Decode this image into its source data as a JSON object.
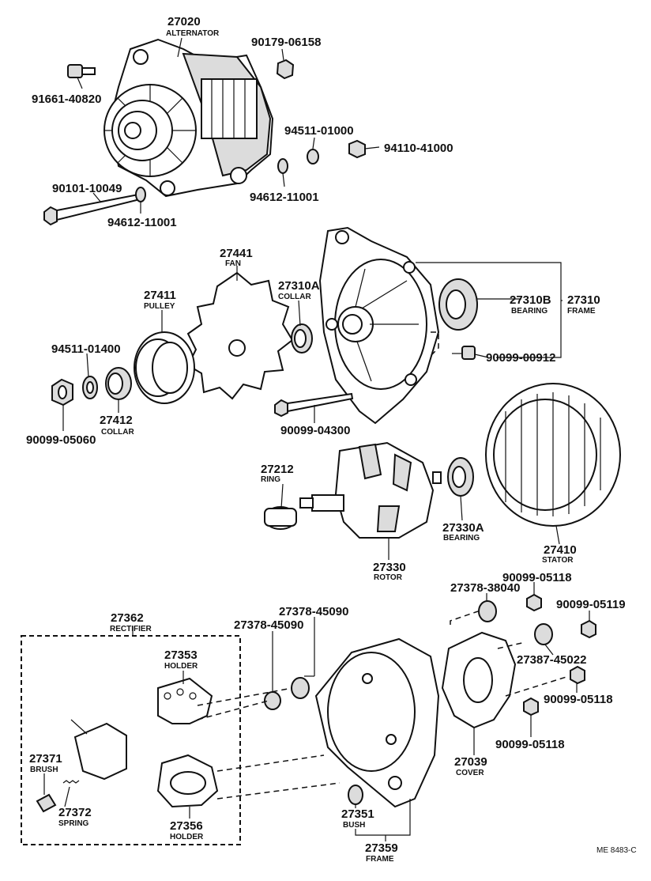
{
  "labels": {
    "l27020": {
      "num": "27020",
      "name": "ALTERNATOR"
    },
    "l90179": {
      "num": "90179-06158"
    },
    "l91661": {
      "num": "91661-40820"
    },
    "l94511a": {
      "num": "94511-01000"
    },
    "l94110": {
      "num": "94110-41000"
    },
    "l94612a": {
      "num": "94612-11001"
    },
    "l90101": {
      "num": "90101-10049"
    },
    "l94612b": {
      "num": "94612-11001"
    },
    "l27441": {
      "num": "27441",
      "name": "FAN"
    },
    "l27411": {
      "num": "27411",
      "name": "PULLEY"
    },
    "l27310A": {
      "num": "27310A",
      "name": "COLLAR"
    },
    "l27310B": {
      "num": "27310B",
      "name": "BEARING"
    },
    "l27310": {
      "num": "27310",
      "name": "FRAME"
    },
    "l94511b": {
      "num": "94511-01400"
    },
    "l90099_00912": {
      "num": "90099-00912"
    },
    "l27412": {
      "num": "27412",
      "name": "COLLAR"
    },
    "l90099_05060": {
      "num": "90099-05060"
    },
    "l90099_04300": {
      "num": "90099-04300"
    },
    "l27212": {
      "num": "27212",
      "name": "RING"
    },
    "l27330A": {
      "num": "27330A",
      "name": "BEARING"
    },
    "l27410": {
      "num": "27410",
      "name": "STATOR"
    },
    "l27330": {
      "num": "27330",
      "name": "ROTOR"
    },
    "l90099_05118a": {
      "num": "90099-05118"
    },
    "l27378_38040": {
      "num": "27378-38040"
    },
    "l90099_05119": {
      "num": "90099-05119"
    },
    "l27362": {
      "num": "27362",
      "name": "RECTIFIER"
    },
    "l27378_45090a": {
      "num": "27378-45090"
    },
    "l27378_45090b": {
      "num": "27378-45090"
    },
    "l27353": {
      "num": "27353",
      "name": "HOLDER"
    },
    "l27387": {
      "num": "27387-45022"
    },
    "l90099_05118b": {
      "num": "90099-05118"
    },
    "l90099_05118c": {
      "num": "90099-05118"
    },
    "l27371": {
      "num": "27371",
      "name": "BRUSH"
    },
    "l27372": {
      "num": "27372",
      "name": "SPRING"
    },
    "l27356": {
      "num": "27356",
      "name": "HOLDER"
    },
    "l27351": {
      "num": "27351",
      "name": "BUSH"
    },
    "l27039": {
      "num": "27039",
      "name": "COVER"
    },
    "l27359": {
      "num": "27359",
      "name": "FRAME"
    }
  },
  "diagram_ref": "ME 8483-C"
}
